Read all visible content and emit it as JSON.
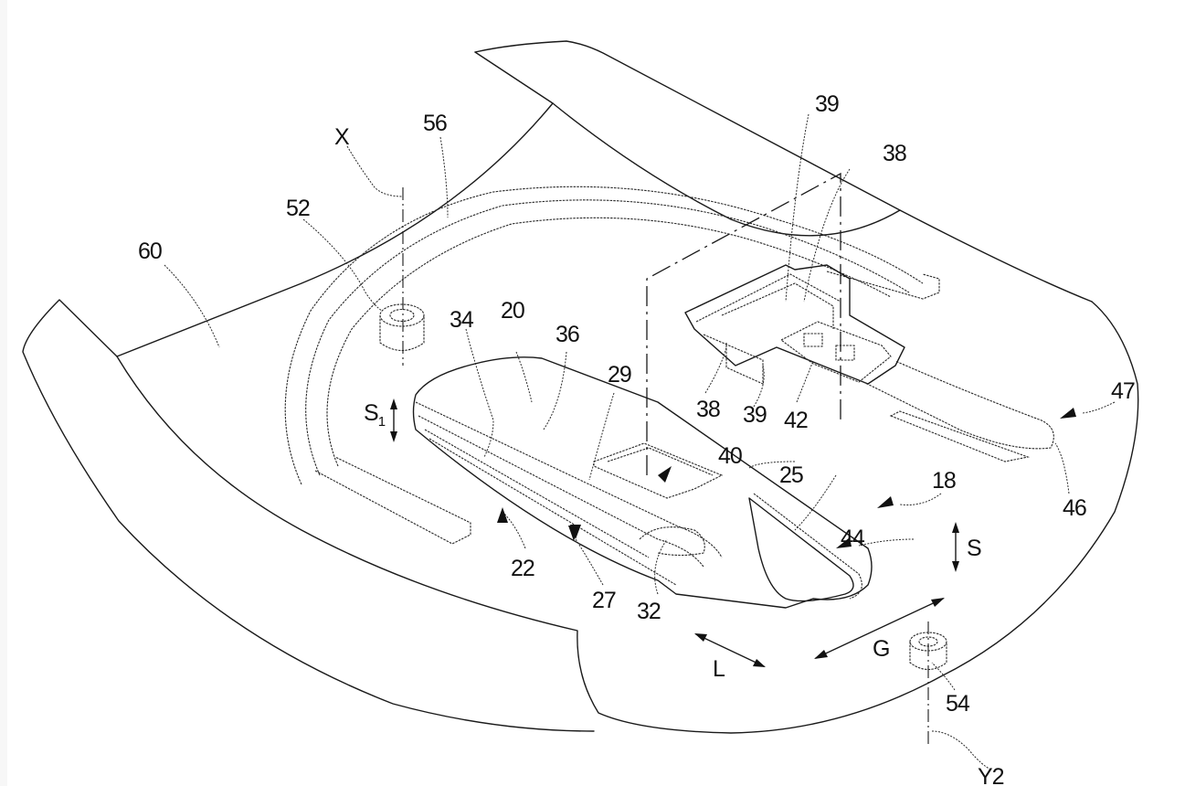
{
  "figure": {
    "type": "patent-drawing",
    "reference_numerals": {
      "n18": "18",
      "n20": "20",
      "n22": "22",
      "n25": "25",
      "n27": "27",
      "n29": "29",
      "n32": "32",
      "n34": "34",
      "n36": "36",
      "n38a": "38",
      "n38b": "38",
      "n39a": "39",
      "n39b": "39",
      "n40": "40",
      "n42": "42",
      "n44": "44",
      "n46": "46",
      "n47": "47",
      "n52": "52",
      "n54": "54",
      "n56": "56",
      "n60": "60"
    },
    "axis_labels": {
      "x": "X",
      "y2": "Y2"
    },
    "direction_labels": {
      "s1": "S",
      "s1_sub": "1",
      "s": "S",
      "l": "L",
      "g": "G"
    },
    "colors": {
      "line": "#1a1a1a",
      "background": "#ffffff"
    }
  }
}
